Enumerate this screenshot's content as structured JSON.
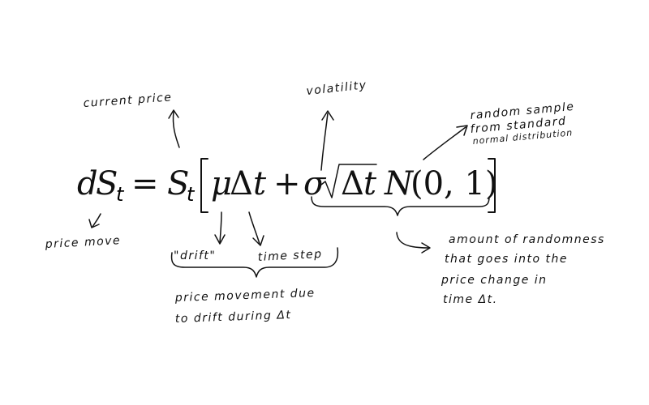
{
  "equation": {
    "d": "d",
    "S1": "S",
    "sub1": "t",
    "equals": "=",
    "S2": "S",
    "sub2": "t",
    "mu": "μ",
    "delta1": "Δ",
    "t1": "t",
    "plus": "+",
    "sigma": "σ",
    "delta2": "Δ",
    "t2": "t",
    "N": "N",
    "args": "(0, 1)"
  },
  "annotations": {
    "current_price": "current price",
    "volatility": "volatility",
    "random_line1": "random sample",
    "random_line2": "from standard",
    "random_line3": "normal distribution",
    "price_move": "price move",
    "drift": "\"drift\"",
    "time_step": "time step",
    "drift_line1": "price movement due",
    "drift_line2": "to drift during Δt",
    "rand_line1": "amount of randomness",
    "rand_line2": "that goes into the",
    "rand_line3": "price change in",
    "rand_line4": "time Δt."
  }
}
